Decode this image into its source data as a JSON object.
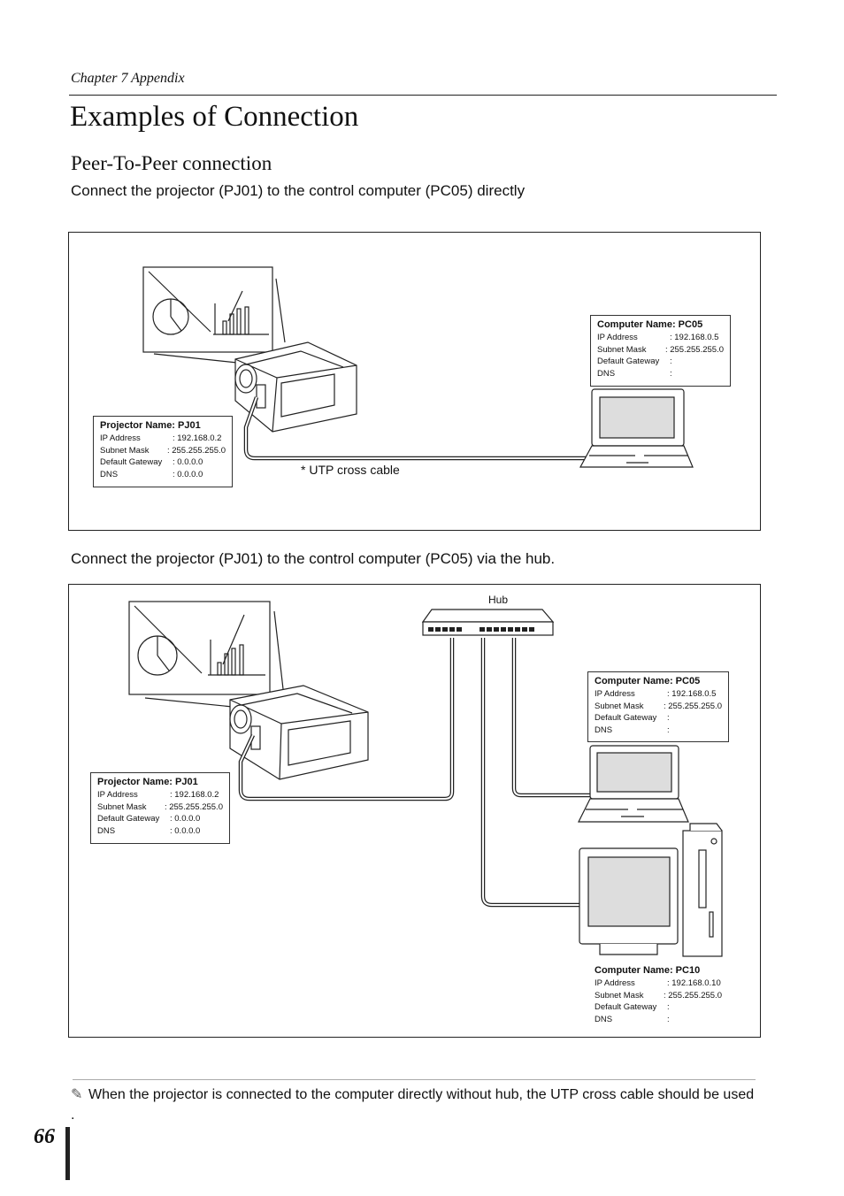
{
  "header": {
    "chapter": "Chapter 7 Appendix"
  },
  "title": "Examples of Connection",
  "section": {
    "heading": "Peer-To-Peer connection",
    "desc1": "Connect the projector (PJ01) to the control computer (PC05) directly",
    "desc2": "Connect the projector (PJ01) to the control computer (PC05) via the hub."
  },
  "field_labels": {
    "ip": "IP Address",
    "subnet": "Subnet Mask",
    "gateway": "Default Gateway",
    "dns": "DNS"
  },
  "diagram1": {
    "cable_label": "* UTP cross cable",
    "projector": {
      "name": "Projector Name: PJ01",
      "ip": ": 192.168.0.2",
      "subnet": ": 255.255.255.0",
      "gateway": ": 0.0.0.0",
      "dns": ": 0.0.0.0"
    },
    "computer": {
      "name": "Computer Name: PC05",
      "ip": ": 192.168.0.5",
      "subnet": ": 255.255.255.0",
      "gateway": ":",
      "dns": ":"
    }
  },
  "diagram2": {
    "hub_label": "Hub",
    "projector": {
      "name": "Projector Name: PJ01",
      "ip": ": 192.168.0.2",
      "subnet": ": 255.255.255.0",
      "gateway": ": 0.0.0.0",
      "dns": ": 0.0.0.0"
    },
    "computer1": {
      "name": "Computer Name: PC05",
      "ip": ": 192.168.0.5",
      "subnet": ": 255.255.255.0",
      "gateway": ":",
      "dns": ":"
    },
    "computer2": {
      "name": "Computer Name: PC10",
      "ip": ": 192.168.0.10",
      "subnet": ": 255.255.255.0",
      "gateway": ":",
      "dns": ":"
    }
  },
  "note": {
    "icon": "pencil-icon",
    "text": "When the projector is connected to the computer directly without hub, the UTP cross cable should be used ."
  },
  "page_number": "66"
}
